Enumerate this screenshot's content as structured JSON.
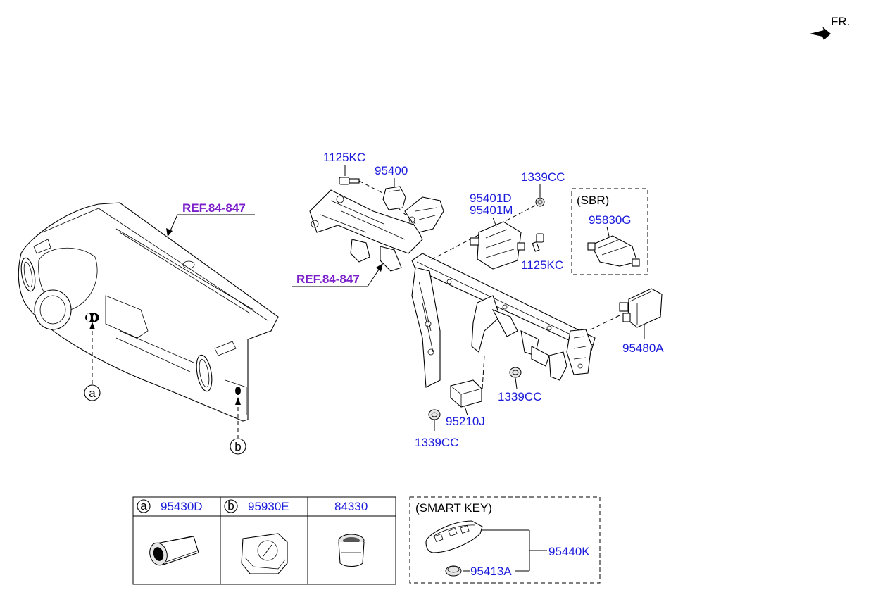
{
  "colors": {
    "part_number": "#1a1adb",
    "reference": "#7a1fc9",
    "line": "#000000"
  },
  "front_indicator": {
    "label": "FR."
  },
  "references": {
    "dashboard": "REF.84-847",
    "cowl_crossbar": "REF.84-847"
  },
  "callouts": {
    "a": "a",
    "b": "b"
  },
  "parts": {
    "bolt_top": "1125KC",
    "module_95400": "95400",
    "nut_top_right": "1339CC",
    "module_95401": [
      "95401D",
      "95401M"
    ],
    "bolt_right": "1125KC",
    "sbr_module": "95830G",
    "module_95480A": "95480A",
    "nut_mid": "1339CC",
    "module_95210J": "95210J",
    "nut_bottom": "1339CC"
  },
  "sbr_box": {
    "label": "(SBR)"
  },
  "legend_table": {
    "columns": [
      {
        "marker": "a",
        "part": "95430D"
      },
      {
        "marker": "b",
        "part": "95930E"
      },
      {
        "marker": "",
        "part": "84330"
      }
    ]
  },
  "smart_key": {
    "title": "(SMART KEY)",
    "key_part": "95440K",
    "battery_part": "95413A"
  }
}
